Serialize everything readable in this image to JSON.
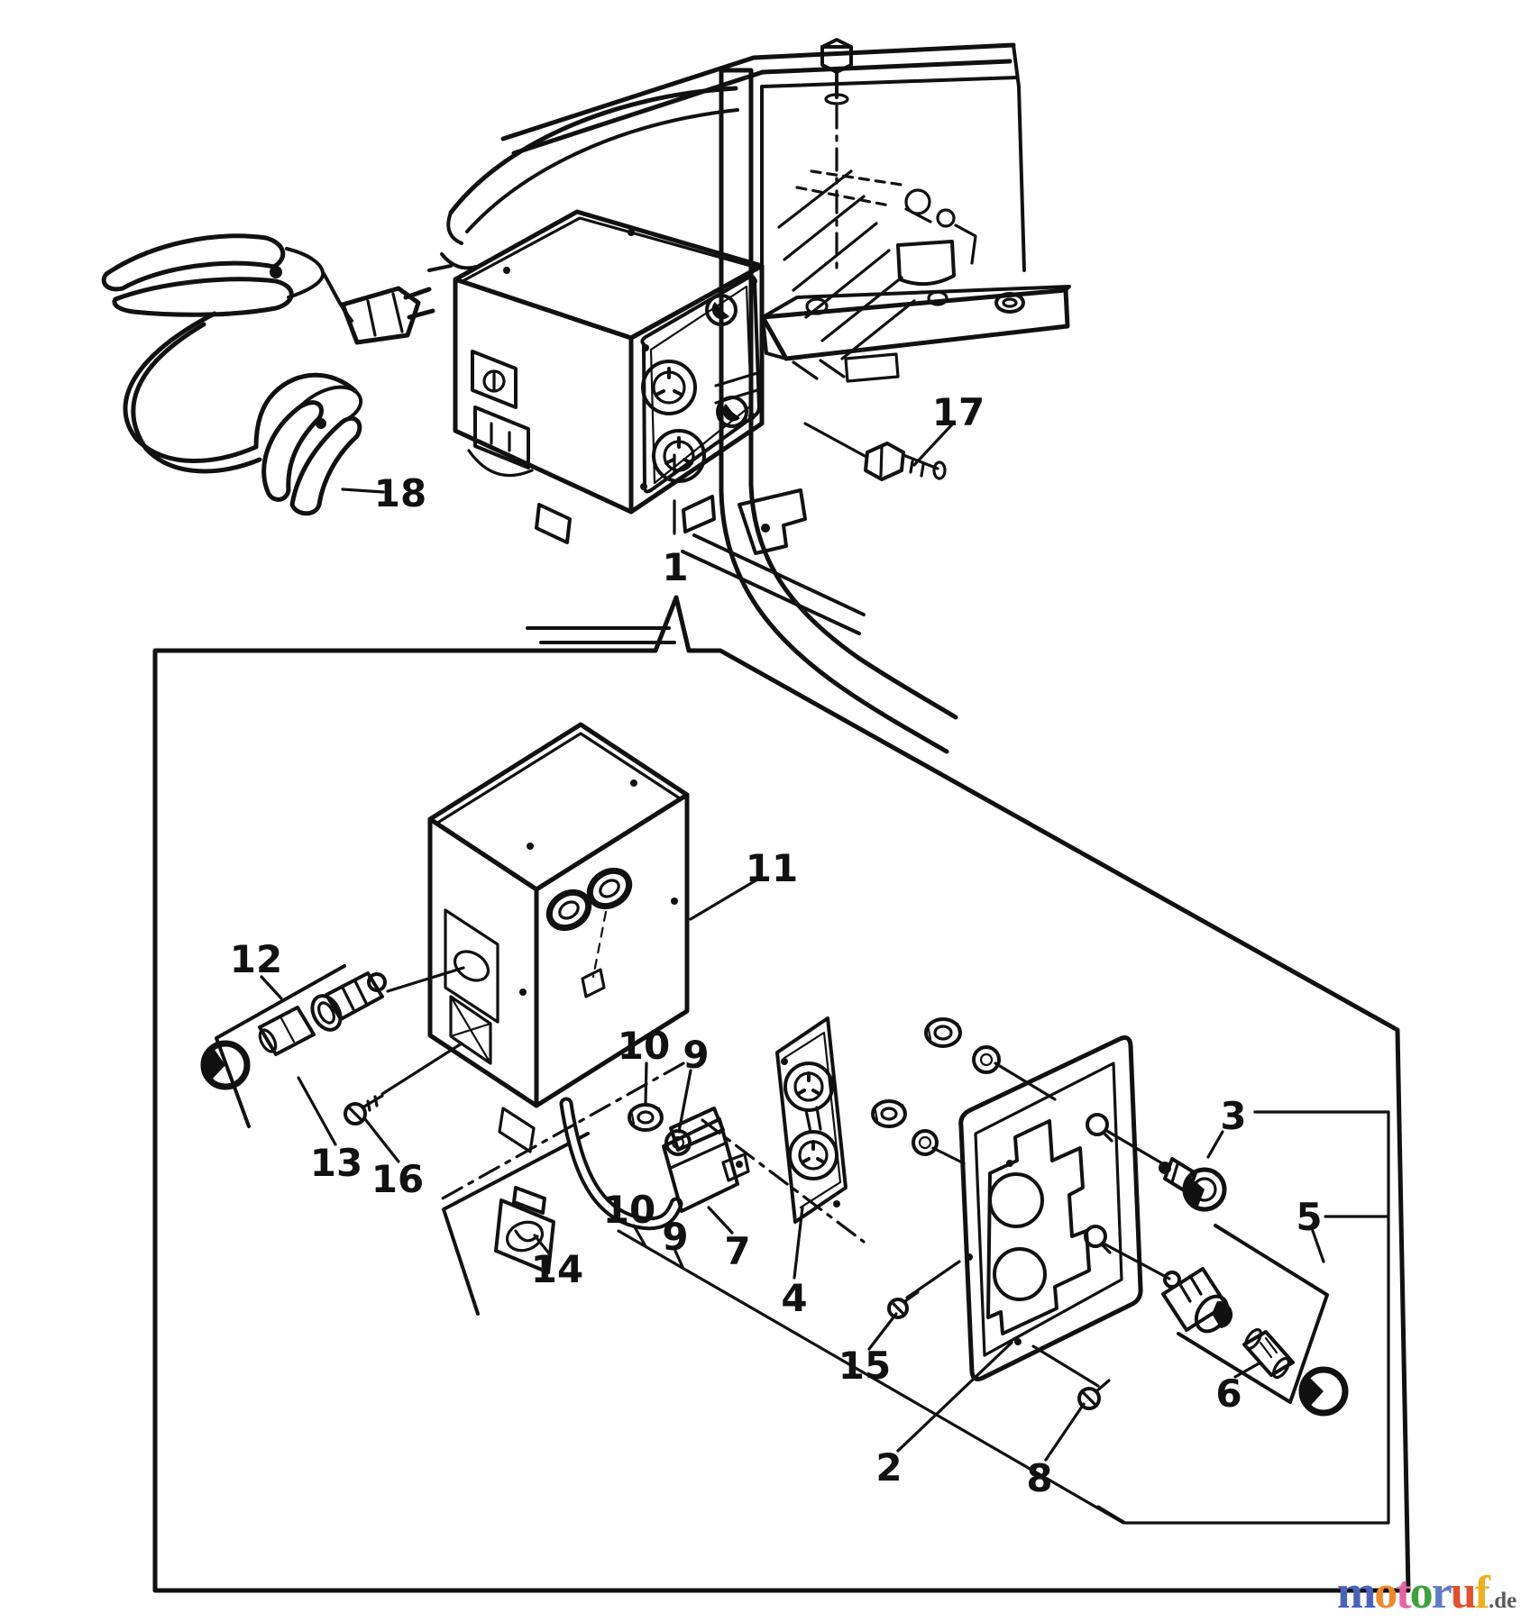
{
  "document": {
    "kind": "exploded parts diagram (scanned line art)",
    "ink_color": "#111111",
    "background_color": "#ffffff"
  },
  "callouts": {
    "c1": {
      "text": "1"
    },
    "c2": {
      "text": "2"
    },
    "c3": {
      "text": "3"
    },
    "c4": {
      "text": "4"
    },
    "c5": {
      "text": "5"
    },
    "c6": {
      "text": "6"
    },
    "c7": {
      "text": "7"
    },
    "c8": {
      "text": "8"
    },
    "c9a": {
      "text": "9"
    },
    "c9b": {
      "text": "9"
    },
    "c10a": {
      "text": "10"
    },
    "c10b": {
      "text": "10"
    },
    "c11": {
      "text": "11"
    },
    "c12": {
      "text": "12"
    },
    "c13": {
      "text": "13"
    },
    "c14": {
      "text": "14"
    },
    "c15": {
      "text": "15"
    },
    "c16": {
      "text": "16"
    },
    "c17": {
      "text": "17"
    },
    "c18": {
      "text": "18"
    }
  },
  "watermark": {
    "letters": [
      {
        "char": "m",
        "color": "#4a63b8"
      },
      {
        "char": "o",
        "color": "#ec8a2b"
      },
      {
        "char": "t",
        "color": "#e465a5"
      },
      {
        "char": "o",
        "color": "#3fa03f"
      },
      {
        "char": "r",
        "color": "#5e7cc4"
      },
      {
        "char": "u",
        "color": "#e2502d"
      },
      {
        "char": "f",
        "color": "#edb021"
      }
    ],
    "suffix": {
      "char": ".de",
      "color": "#5a5a5a"
    }
  }
}
